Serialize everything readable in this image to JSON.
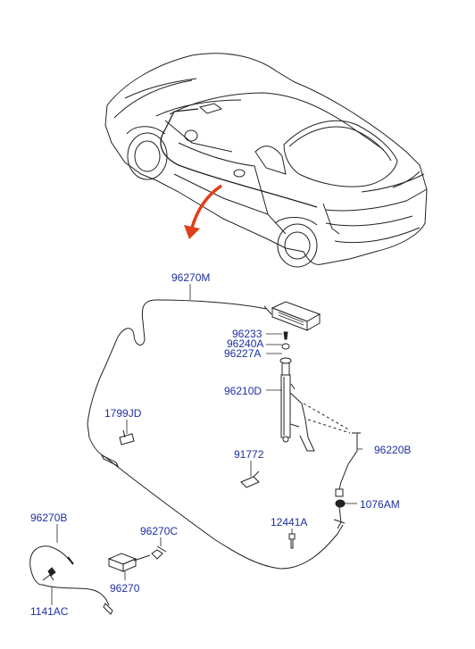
{
  "colors": {
    "label": "#1f2fa0",
    "line": "#222222",
    "arrow": "#e0401a"
  },
  "parts": {
    "p96270M": "96270M",
    "p96233": "96233",
    "p96240A": "96240A",
    "p96227A": "96227A",
    "p96210D": "96210D",
    "p1799JD": "1799JD",
    "p91772": "91772",
    "p96220B": "96220B",
    "p1076AM": "1076AM",
    "p12441A": "12441A",
    "p96270B": "96270B",
    "p96270C": "96270C",
    "p96270": "96270",
    "p1141AC": "1141AC"
  }
}
